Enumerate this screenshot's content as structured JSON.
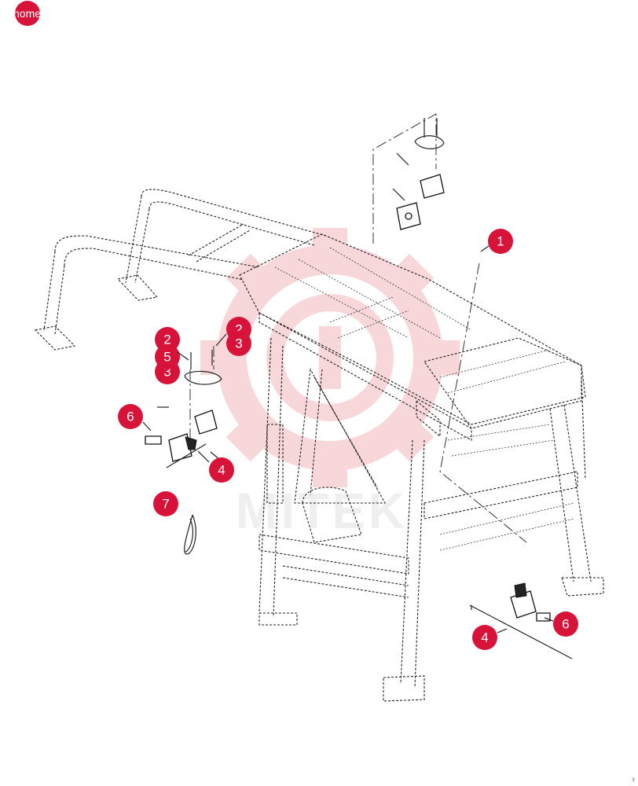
{
  "nav": {
    "home_label": "home"
  },
  "watermark": {
    "text": "MITEK"
  },
  "callouts": [
    {
      "id": "c1",
      "label": "1"
    },
    {
      "id": "c2a",
      "label": "2"
    },
    {
      "id": "c2b",
      "label": "2"
    },
    {
      "id": "c3a",
      "label": "3"
    },
    {
      "id": "c3b",
      "label": "3"
    },
    {
      "id": "c4a",
      "label": "4"
    },
    {
      "id": "c4b",
      "label": "4"
    },
    {
      "id": "c5a",
      "label": "5"
    },
    {
      "id": "c5b",
      "label": "5"
    },
    {
      "id": "c6a",
      "label": "6"
    },
    {
      "id": "c6b",
      "label": "6"
    },
    {
      "id": "c7",
      "label": "7"
    }
  ],
  "colors": {
    "callout": "#d8133a",
    "watermark": "#f4b7bf"
  },
  "corner_glyph": "›"
}
